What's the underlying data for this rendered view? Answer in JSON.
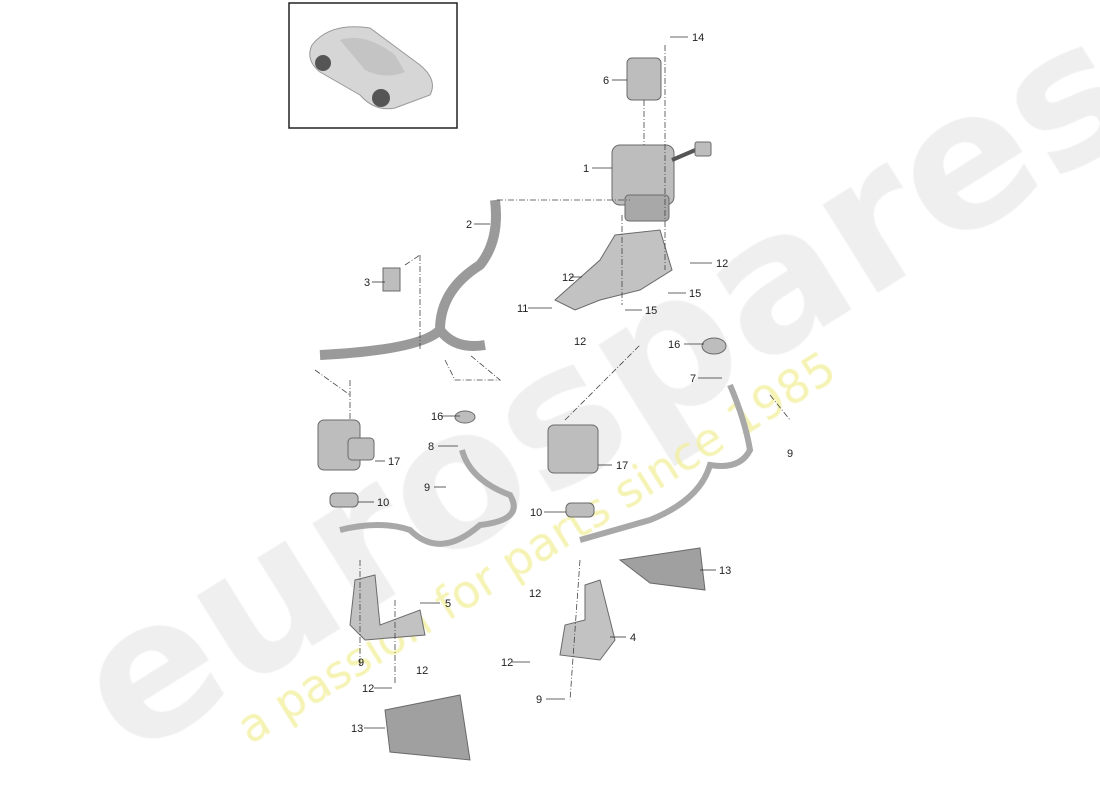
{
  "diagram": {
    "thumbnail": "vehicle-overview-car",
    "callouts": [
      "14",
      "6",
      "1",
      "2",
      "3",
      "12",
      "12",
      "11",
      "15",
      "15",
      "12",
      "16",
      "7",
      "16",
      "8",
      "17",
      "17",
      "9",
      "10",
      "10",
      "9",
      "13",
      "12",
      "5",
      "4",
      "9",
      "12",
      "12",
      "12",
      "9",
      "13"
    ]
  },
  "watermark": {
    "brand": "eurospares",
    "tagline": "a passion for parts since 1985",
    "brand_color": "#e6e6e6",
    "tagline_color": "#f3f0a0"
  },
  "colors": {
    "part_fill": "#bdbdbd",
    "part_stroke": "#6a6a6a",
    "line": "#333333"
  }
}
